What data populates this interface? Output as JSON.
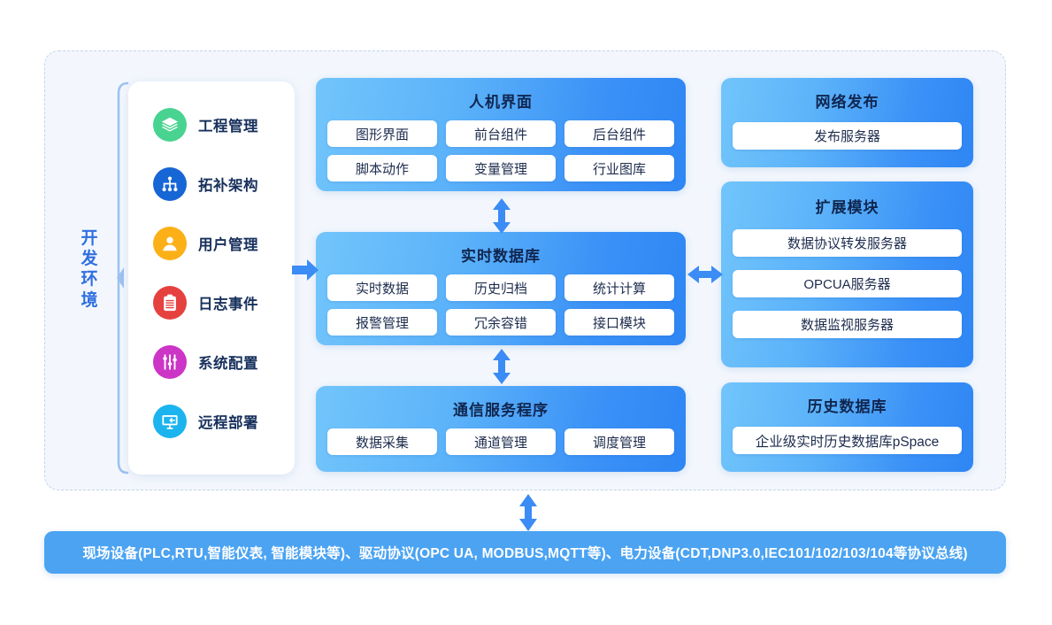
{
  "diagram": {
    "dev_env_label": "开发环境",
    "dev_env_chars": [
      "开",
      "发",
      "环",
      "境"
    ]
  },
  "sidebar": {
    "items": [
      {
        "label": "工程管理",
        "icon": "layers-icon",
        "color": "#49d391"
      },
      {
        "label": "拓补架构",
        "icon": "sitemap-icon",
        "color": "#1766d6"
      },
      {
        "label": "用户管理",
        "icon": "user-icon",
        "color": "#fcb018"
      },
      {
        "label": "日志事件",
        "icon": "clipboard-icon",
        "color": "#e5413f"
      },
      {
        "label": "系统配置",
        "icon": "sliders-icon",
        "color": "#cc35c6"
      },
      {
        "label": "远程部署",
        "icon": "remote-desktop-icon",
        "color": "#1bb4ee"
      }
    ]
  },
  "panels": {
    "hmi": {
      "title": "人机界面",
      "rows": [
        [
          "图形界面",
          "前台组件",
          "后台组件"
        ],
        [
          "脚本动作",
          "变量管理",
          "行业图库"
        ]
      ]
    },
    "realtime_db": {
      "title": "实时数据库",
      "rows": [
        [
          "实时数据",
          "历史归档",
          "统计计算"
        ],
        [
          "报警管理",
          "冗余容错",
          "接口模块"
        ]
      ]
    },
    "comm_service": {
      "title": "通信服务程序",
      "rows": [
        [
          "数据采集",
          "通道管理",
          "调度管理"
        ]
      ]
    },
    "web_publish": {
      "title": "网络发布",
      "rows": [
        [
          "发布服务器"
        ]
      ]
    },
    "extension": {
      "title": "扩展模块",
      "rows": [
        [
          "数据协议转发服务器"
        ],
        [
          "OPCUA服务器"
        ],
        [
          "数据监视服务器"
        ]
      ]
    },
    "history_db": {
      "title": "历史数据库",
      "rows": [
        [
          "企业级实时历史数据库pSpace"
        ]
      ]
    }
  },
  "bus_bar": {
    "text": "现场设备(PLC,RTU,智能仪表, 智能模块等)、驱动协议(OPC UA, MODBUS,MQTT等)、电力设备(CDT,DNP3.0,IEC101/102/103/104等协议总线)"
  },
  "arrows": {
    "sidebar_to_realtime_db": "arrow-right-icon",
    "hmi_to_realtime_db": "arrow-up-down-icon",
    "realtime_db_to_comm": "arrow-up-down-icon",
    "realtime_db_to_extension": "arrow-left-right-icon",
    "diagram_to_bus": "arrow-up-down-icon"
  },
  "colors": {
    "panel_gradient_from": "#72c5fb",
    "panel_gradient_to": "#2e86f4",
    "bus_bar": "#4ba3f2",
    "title_text": "#10264f",
    "dev_label": "#2f6fe0",
    "dashed_border": "#c3d4ea",
    "zone_bg": "#f3f7fd",
    "arrow": "#3b8cf4"
  }
}
